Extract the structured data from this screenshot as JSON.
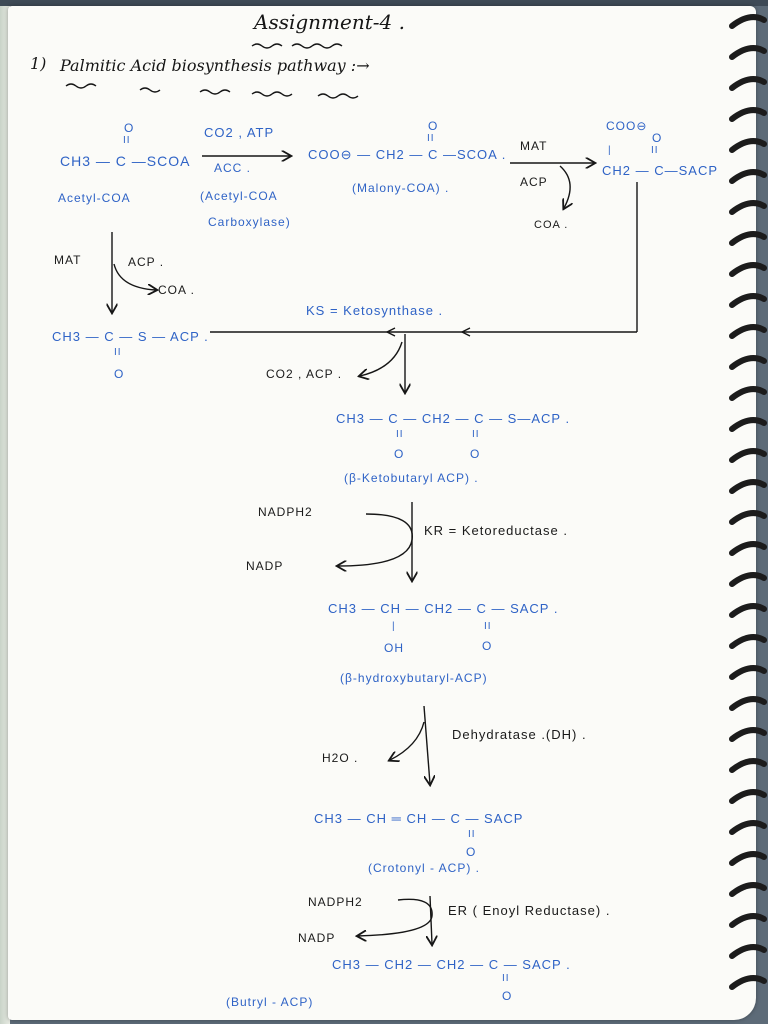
{
  "header": {
    "title": "Assignment-4 .",
    "question_number": "1)",
    "question": "Palmitic Acid biosynthesis pathway :→"
  },
  "step1": {
    "acetyl_ketone_o": "O",
    "acetyl_ketone_bond": "II",
    "acetyl_formula": "CH3 — C —SCOA",
    "acetyl_name": "Acetyl-COA",
    "reagents_top": "CO2 , ATP",
    "reagents_bottom": "ACC .",
    "enzyme_line1": "(Acetyl-COA",
    "enzyme_line2": "Carboxylase)",
    "malonyl_ketone_o": "O",
    "malonyl_ketone_bond": "II",
    "malonyl_formula": "COO⊖ — CH2 — C —SCOA .",
    "malonyl_name": "(Malony-COA) ."
  },
  "step2": {
    "enzyme": "MAT",
    "reagent": "ACP",
    "byproduct": "COA .",
    "product_top": "COO⊖",
    "product_o": "O",
    "product_bond": "II",
    "product_left_bond": "|",
    "product_formula": "CH2 — C—SACP"
  },
  "step3": {
    "enzyme": "MAT",
    "reagent": "ACP .",
    "byproduct": "COA .",
    "acetyl_acp": "CH3 — C — S — ACP .",
    "acetyl_acp_bond": "II",
    "acetyl_acp_o": "O"
  },
  "step4": {
    "enzyme": "KS = Ketosynthase .",
    "byproduct": "CO2 , ACP .",
    "product": "CH3 — C — CH2 — C — S—ACP .",
    "product_bond1": "II",
    "product_bond2": "II",
    "product_o1": "O",
    "product_o2": "O",
    "product_name": "(β-Ketobutaryl ACP) ."
  },
  "step5": {
    "reagent": "NADPH2",
    "byproduct": "NADP",
    "enzyme": "KR = Ketoreductase .",
    "product": "CH3 — CH — CH2 — C — SACP .",
    "product_bond1": "|",
    "product_oh": "OH",
    "product_bond2": "II",
    "product_o": "O",
    "product_name": "(β-hydroxybutaryl-ACP)"
  },
  "step6": {
    "byproduct": "H2O .",
    "enzyme": "Dehydratase .(DH) .",
    "product": "CH3 — CH ═ CH — C — SACP",
    "product_bond": "II",
    "product_o": "O",
    "product_name": "(Crotonyl - ACP) ."
  },
  "step7": {
    "reagent": "NADPH2",
    "byproduct": "NADP",
    "enzyme": "ER ( Enoyl Reductase) .",
    "product": "CH3 — CH2 — CH2 — C — SACP .",
    "product_bond": "II",
    "product_o": "O",
    "product_name": "(Butryl - ACP)"
  },
  "colors": {
    "ink_blue": "#2f63c6",
    "ink_black": "#161616",
    "paper": "#fbfbf8",
    "ring": "#1c1c1c"
  }
}
